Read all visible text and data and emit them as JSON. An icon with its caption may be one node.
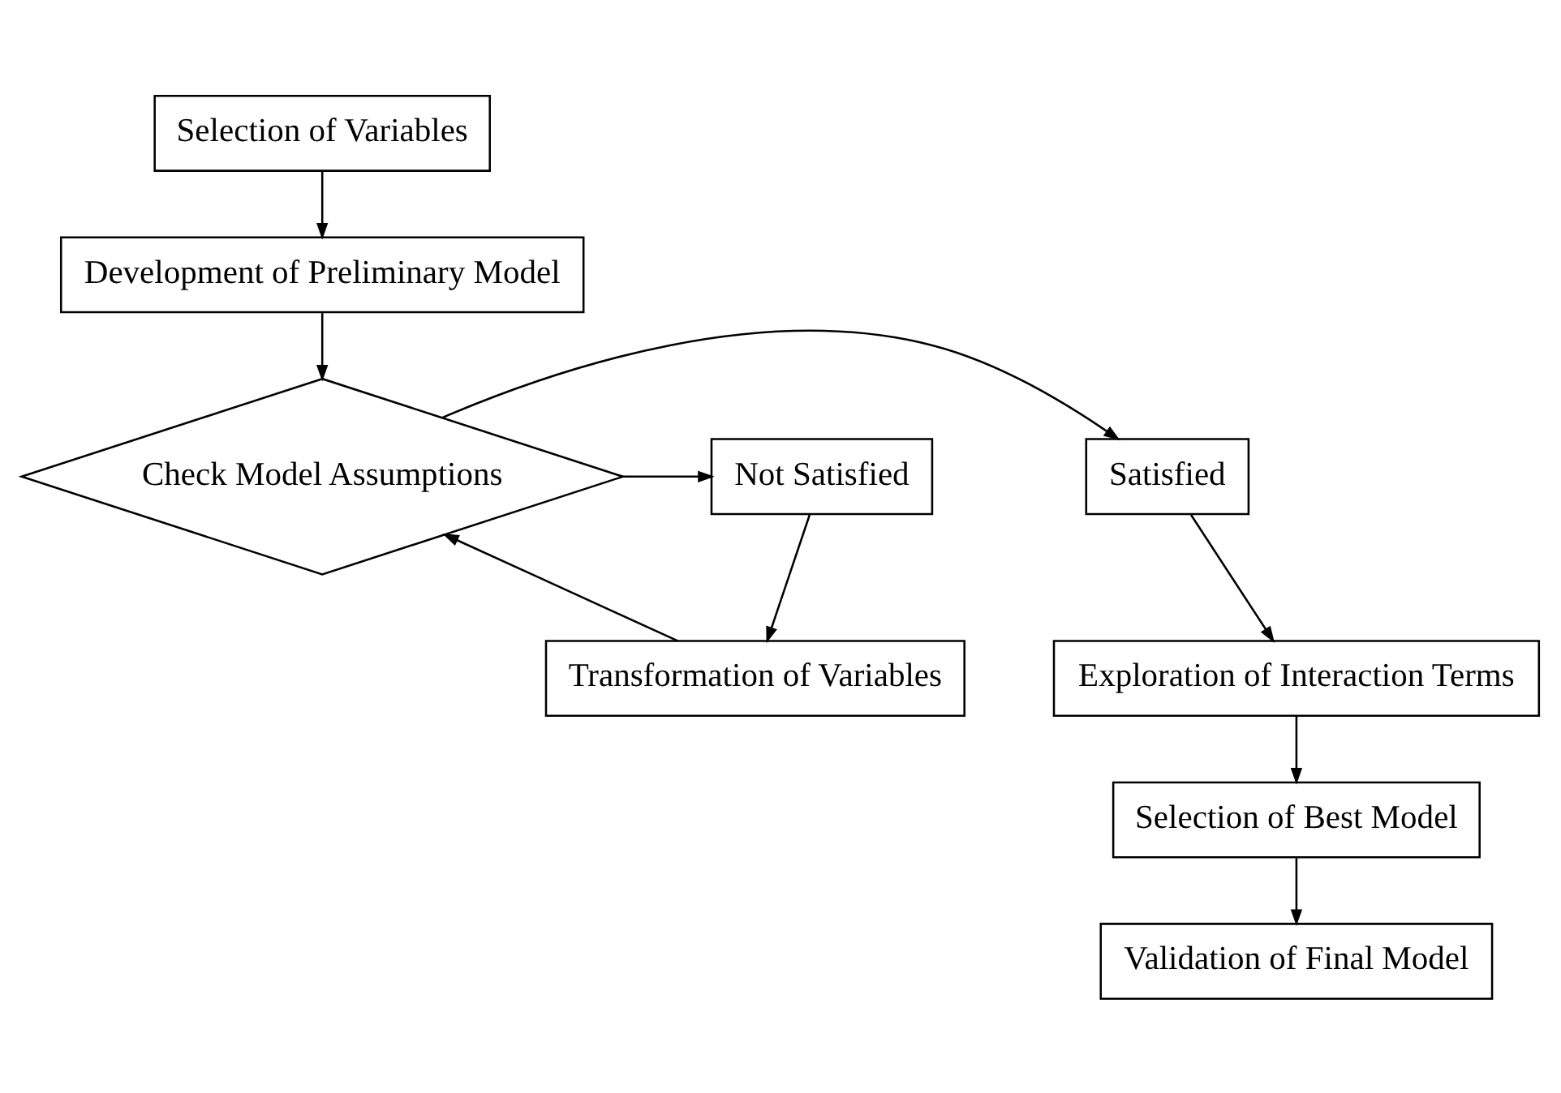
{
  "diagram": {
    "nodes": [
      {
        "text": [
          "Selection of Variables"
        ]
      },
      {
        "text": [
          "Development of Preliminary Model"
        ]
      },
      {
        "text": [
          "Check Model Assumptions"
        ]
      },
      {
        "text": [
          "Satisfied"
        ]
      },
      {
        "text": [
          "Not Satisfied"
        ]
      },
      {
        "text": [
          "Transformation of Variables"
        ]
      },
      {
        "text": [
          "Exploration of Interaction Terms"
        ]
      },
      {
        "text": [
          "Selection of Best Model"
        ]
      },
      {
        "text": [
          "Validation of Final Model"
        ]
      }
    ],
    "edges": [
      {
        "from": 0,
        "to": 1,
        "arrow": "to"
      },
      {
        "from": 1,
        "to": 2,
        "arrow": "to"
      },
      {
        "from": 2,
        "to": 3,
        "arrow": "to"
      },
      {
        "from": 2,
        "to": 4,
        "arrow": "to"
      },
      {
        "from": 4,
        "to": 5,
        "arrow": "to"
      },
      {
        "from": 5,
        "to": 2,
        "arrow": "to"
      },
      {
        "from": 3,
        "to": 6,
        "arrow": "to"
      },
      {
        "from": 6,
        "to": 7,
        "arrow": "to"
      },
      {
        "from": 7,
        "to": 8,
        "arrow": "to"
      }
    ]
  }
}
